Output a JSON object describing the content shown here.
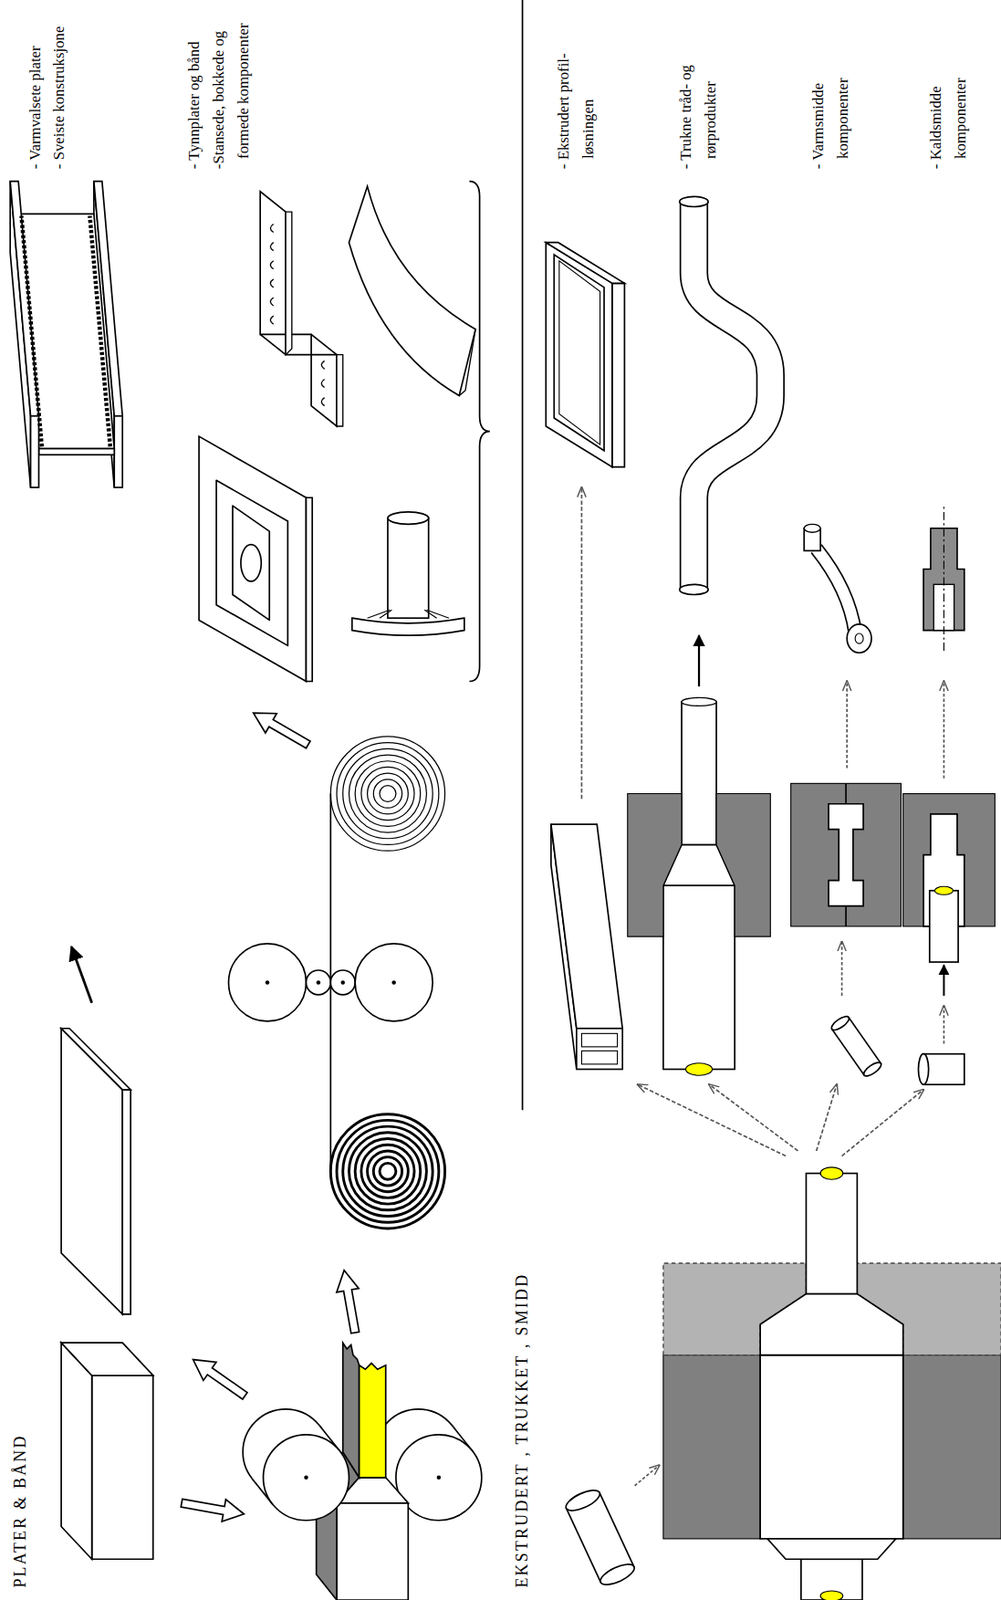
{
  "diagram": {
    "labels": [
      "PLATER & BÅND",
      "- Varmvalsete plater",
      "- Sveiste konstruksjone",
      "- Tynnplater og bånd",
      "-Stansede, bokkede og formede komponenter",
      "EKSTRUDERT , TRUKKET , SMIDD",
      "- Ekstrudert profil- løsningen",
      "- Trukne tråd- og rørprodukter",
      "- Varmsmidde komponenter",
      "- Kaldsmidde komponenter"
    ]
  }
}
